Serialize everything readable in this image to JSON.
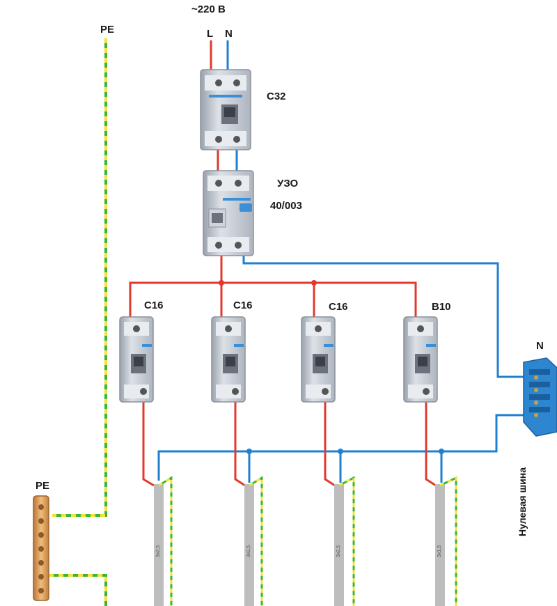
{
  "labels": {
    "supply": "~220 В",
    "pe_top": "PE",
    "line": "L",
    "neutral": "N",
    "main_breaker": "C32",
    "rcd_name": "УЗО",
    "rcd_rating": "40/003",
    "breaker_1": "C16",
    "breaker_2": "C16",
    "breaker_3": "C16",
    "breaker_4": "B10",
    "neutral_bus": "N",
    "pe_bus": "PE",
    "neutral_bus_name": "Нулевая шина"
  },
  "cables": [
    "3х2,5",
    "3х2,5",
    "3х2,5",
    "3х1,5"
  ],
  "colors": {
    "phase": "#e03a2e",
    "neutral": "#1f7fd0",
    "ground_green": "#3cb43c",
    "ground_yellow": "#f0e43a",
    "breaker_body": "#c9ced6",
    "breaker_blue": "#3a8fd6",
    "cable_gray": "#bdbdbd",
    "pe_bus_brass": "#d9a05a"
  }
}
